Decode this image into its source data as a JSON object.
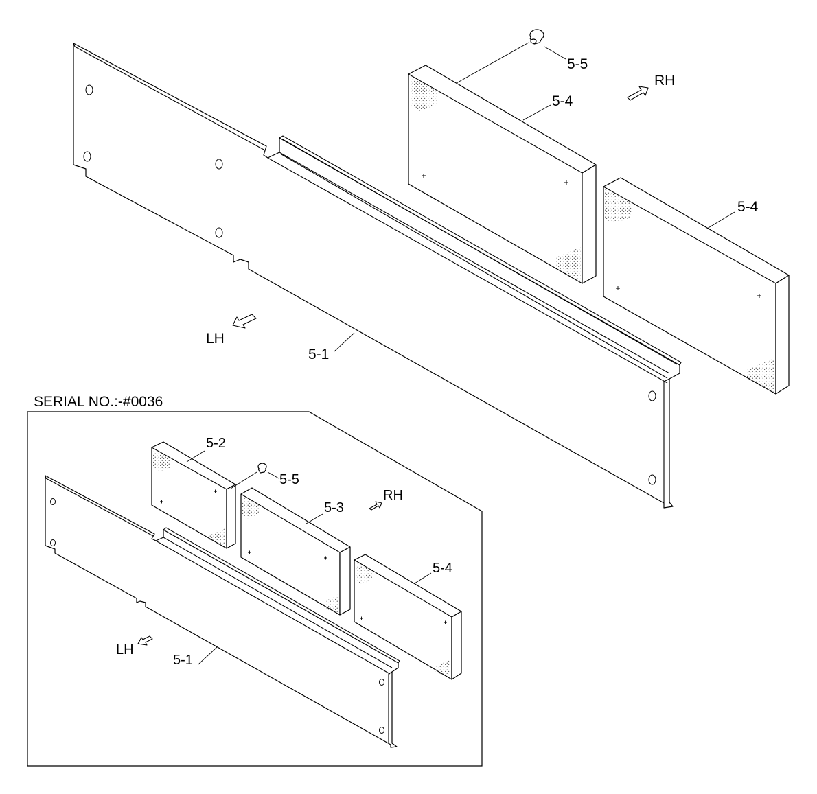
{
  "main": {
    "labels": {
      "p55": "5-5",
      "p54_top": "5-4",
      "p54_right": "5-4",
      "rh": "RH",
      "lh": "LH",
      "p51": "5-1"
    }
  },
  "inset": {
    "title": "SERIAL NO.:-#0036",
    "labels": {
      "p52": "5-2",
      "p55": "5-5",
      "p53": "5-3",
      "rh": "RH",
      "p54": "5-4",
      "lh": "LH",
      "p51": "5-1"
    }
  }
}
